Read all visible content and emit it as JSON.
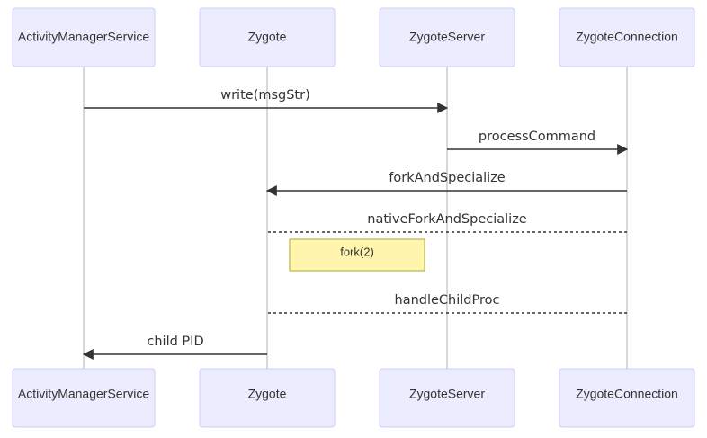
{
  "diagram": {
    "participants": [
      {
        "id": "ams",
        "label": "ActivityManagerService"
      },
      {
        "id": "zygote",
        "label": "Zygote"
      },
      {
        "id": "zserver",
        "label": "ZygoteServer"
      },
      {
        "id": "zconn",
        "label": "ZygoteConnection"
      }
    ],
    "messages": [
      {
        "from": "ams",
        "to": "zserver",
        "label": "write(msgStr)",
        "style": "solid"
      },
      {
        "from": "zserver",
        "to": "zconn",
        "label": "processCommand",
        "style": "solid"
      },
      {
        "from": "zconn",
        "to": "zygote",
        "label": "forkAndSpecialize",
        "style": "solid"
      },
      {
        "from": "zconn",
        "to": "zygote",
        "label": "nativeForkAndSpecialize",
        "style": "dotted"
      },
      {
        "from": "zconn",
        "to": "zygote",
        "label": "handleChildProc",
        "style": "dotted"
      },
      {
        "from": "zygote",
        "to": "ams",
        "label": "child PID",
        "style": "solid"
      }
    ],
    "note": {
      "label": "fork(2)",
      "over": "zygote"
    }
  }
}
